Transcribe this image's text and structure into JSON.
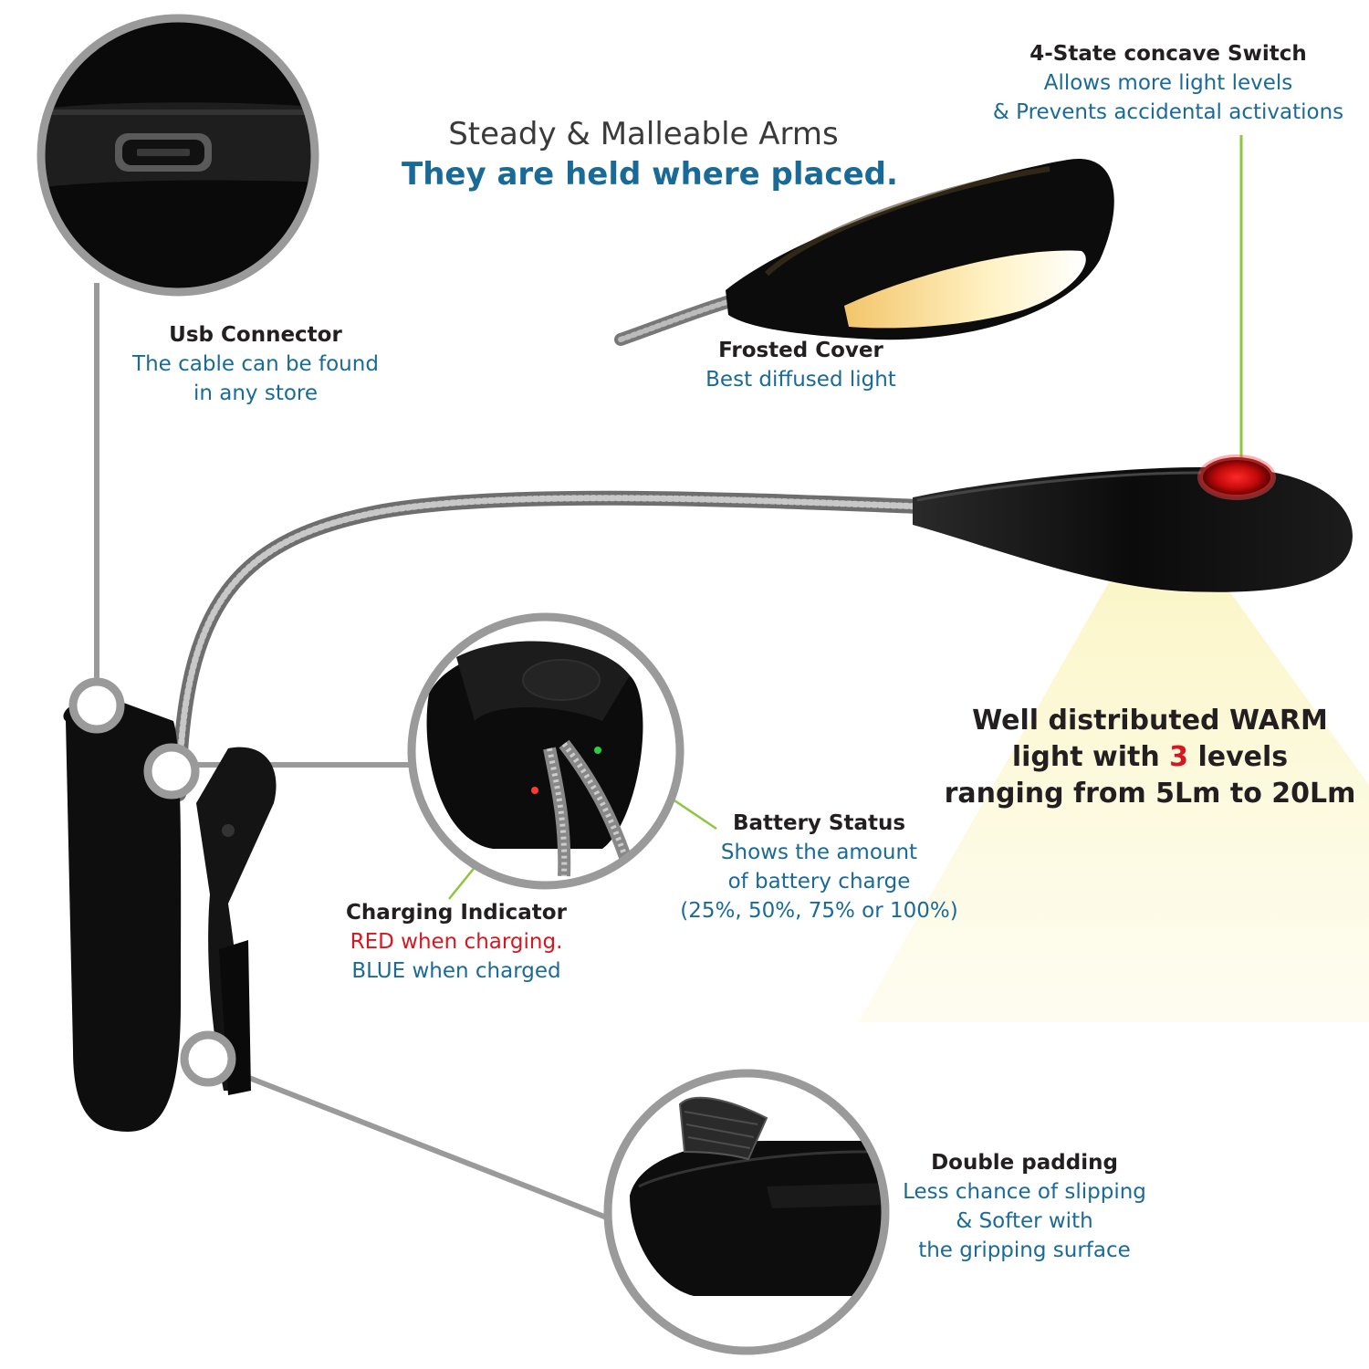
{
  "heading": {
    "line1": "Steady & Malleable Arms",
    "line2": "They are held where placed."
  },
  "switch_callout": {
    "title": "4-State concave Switch",
    "line1": "Allows more light levels",
    "line2": "& Prevents accidental activations"
  },
  "usb_callout": {
    "title": "Usb Connector",
    "line1": "The cable can be found",
    "line2": "in any store"
  },
  "cover_callout": {
    "title": "Frosted Cover",
    "line1": "Best diffused light"
  },
  "warm_callout": {
    "line1": "Well distributed WARM",
    "line2_pre": "light with ",
    "line2_num": "3",
    "line2_post": " levels",
    "line3": "ranging from 5Lm to 20Lm"
  },
  "battery_callout": {
    "title": "Battery Status",
    "line1": "Shows the amount",
    "line2": "of battery charge",
    "line3": "(25%, 50%, 75% or 100%)"
  },
  "charging_callout": {
    "title": "Charging Indicator",
    "line1": "RED when charging.",
    "line2": "BLUE when charged"
  },
  "padding_callout": {
    "title": "Double padding",
    "line1": "Less chance of slipping",
    "line2": "& Softer with",
    "line3": "the gripping surface"
  },
  "colors": {
    "title_dark": "#231f20",
    "text_blue": "#1a6a98",
    "accent_red": "#d7171f",
    "leader_green": "#8dc63f",
    "ring_gray": "#9a9a9a",
    "warm_light": "#fbf6c8"
  }
}
